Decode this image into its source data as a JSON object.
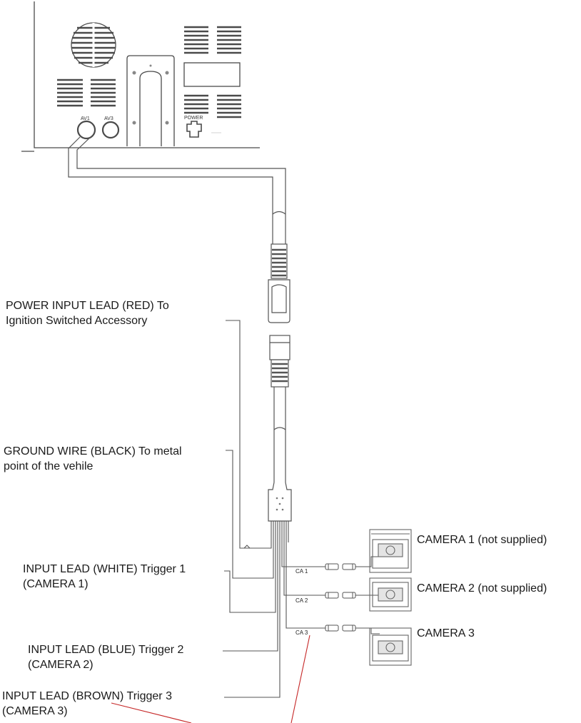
{
  "monitor": {
    "port_av1": "AV1",
    "port_av3": "AV3",
    "port_power": "POWER"
  },
  "labels": {
    "power_input": [
      "POWER INPUT LEAD (RED) To",
      "Ignition Switched Accessory"
    ],
    "ground_wire": [
      "GROUND WIRE (BLACK) To metal",
      "point of the vehile"
    ],
    "input_white": [
      "INPUT LEAD (WHITE) Trigger 1",
      "(CAMERA 1)"
    ],
    "input_blue": [
      "INPUT LEAD (BLUE) Trigger 2",
      "(CAMERA 2)"
    ],
    "input_brown": [
      "INPUT LEAD (BROWN) Trigger 3",
      "(CAMERA 3)"
    ]
  },
  "cameras": [
    {
      "label": "CAMERA 1 (not supplied)",
      "channel": "CA 1"
    },
    {
      "label": "CAMERA 2 (not supplied)",
      "channel": "CA 2"
    },
    {
      "label": "CAMERA 3",
      "channel": "CA 3"
    }
  ],
  "colors": {
    "line": "#555555",
    "annotation": "#c62828"
  }
}
